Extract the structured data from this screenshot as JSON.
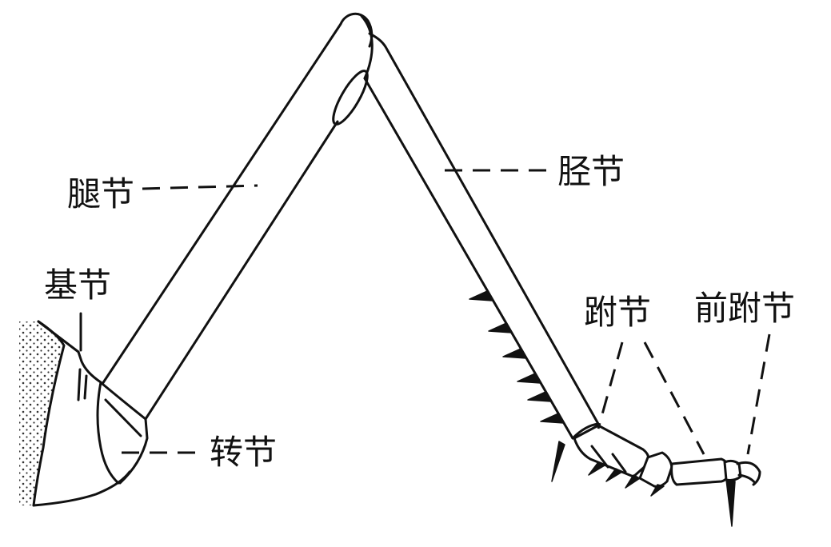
{
  "labels": {
    "femur": "腿节",
    "tibia": "胫节",
    "coxa": "基节",
    "tarsus": "跗节",
    "pretarsus": "前跗节",
    "trochanter": "转节"
  },
  "colors": {
    "ink": "#111111",
    "background": "#ffffff"
  }
}
